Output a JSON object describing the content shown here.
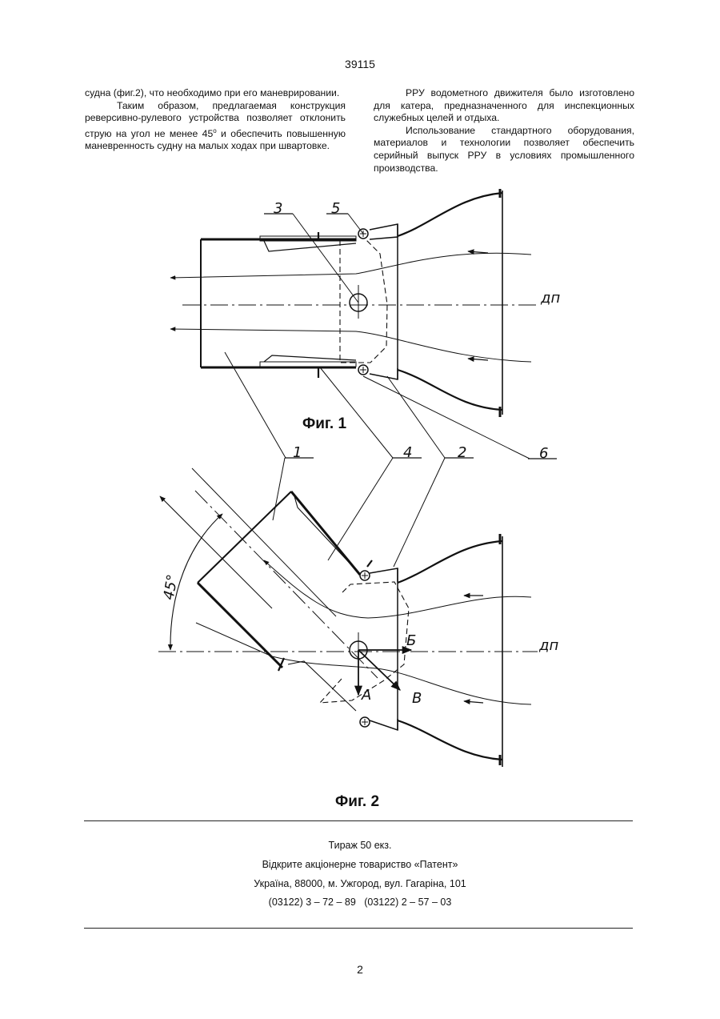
{
  "header": {
    "patent_number": "39115"
  },
  "left_column": {
    "p1": "судна (фиг.2), что необходимо при его маневрировании.",
    "p2_start": "Таким образом, предлагаемая конструкция реверсивно-рулевого устройства позволяет отклонить струю на угол не менее 45",
    "p2_sup": "о",
    "p2_end": " и обеспечить повышенную маневренность судну на малых ходах при швартовке."
  },
  "right_column": {
    "p1": "РРУ водометного движителя было изготовлено для катера, предназначенного для инспекционных служебных целей и отдыха.",
    "p2": "Использование стандартного оборудования, материалов и технологии позволяет обеспечить серийный выпуск РРУ в условиях промышленного производства."
  },
  "figures": {
    "fig1_caption": "Фиг. 1",
    "fig2_caption": "Фиг. 2",
    "labels": {
      "n1": "1",
      "n2": "2",
      "n3": "3",
      "n4": "4",
      "n5": "5",
      "n6": "6",
      "dp": "дп",
      "a": "А",
      "b": "Б",
      "v": "В",
      "angle": "45°"
    }
  },
  "imprint": {
    "line1": "Тираж 50 екз.",
    "line2": "Відкрите акціонерне товариство «Патент»",
    "line3": "Україна, 88000, м. Ужгород, вул. Гагаріна, 101",
    "line4": "(03122) 3 – 72 – 89   (03122) 2 – 57 – 03"
  },
  "footer": {
    "page_number": "2"
  }
}
